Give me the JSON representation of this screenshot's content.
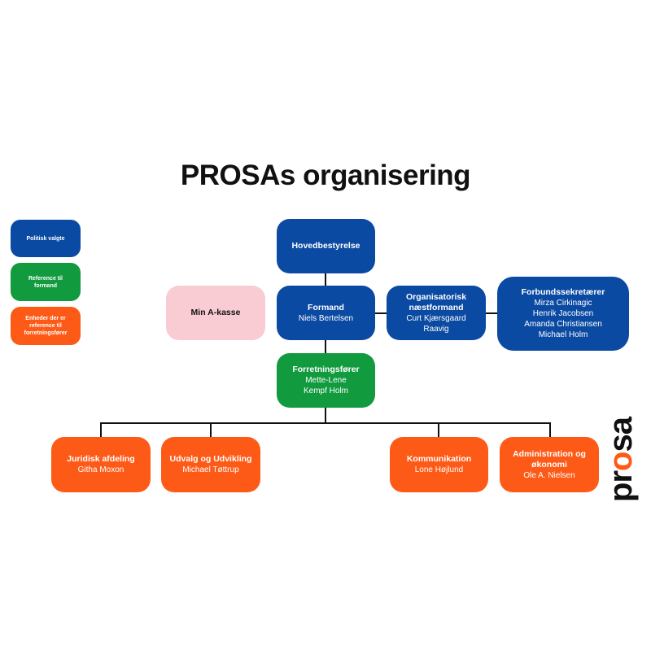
{
  "title": "PROSAs organisering",
  "legend": [
    {
      "label": "Politisk valgte",
      "color": "#0b4aa2"
    },
    {
      "label": "Reference til formand",
      "color": "#119a3e"
    },
    {
      "label": "Enheder der er reference til forretningsfører",
      "color": "#fd5a17"
    }
  ],
  "nodes": {
    "hovedbestyrelse": {
      "name": "Hovedbestyrelse"
    },
    "formand": {
      "name": "Formand",
      "person": "Niels Bertelsen"
    },
    "min_a_kasse": {
      "name": "Min A-kasse"
    },
    "naestformand": {
      "name": "Organisatorisk næstformand",
      "person": "Curt Kjærsgaard Raavig"
    },
    "forbundssekretaerer": {
      "name": "Forbundssekretærer",
      "persons": [
        "Mirza Cirkinagic",
        "Henrik Jacobsen",
        "Amanda Christiansen",
        "Michael Holm"
      ]
    },
    "forretningsforer": {
      "name": "Forretningsfører",
      "person": "Mette-Lene Kempf Holm"
    },
    "juridisk": {
      "name": "Juridisk afdeling",
      "person": "Githa Moxon"
    },
    "udvalg": {
      "name": "Udvalg og Udvikling",
      "person": "Michael Tøttrup"
    },
    "kommunikation": {
      "name": "Kommunikation",
      "person": "Lone Højlund"
    },
    "administration": {
      "name": "Administration og økonomi",
      "person": "Ole A. Nielsen"
    }
  },
  "logo": {
    "text_before": "pr",
    "text_accent": "o",
    "text_after": "sa",
    "accent_color": "#fd5a17"
  }
}
